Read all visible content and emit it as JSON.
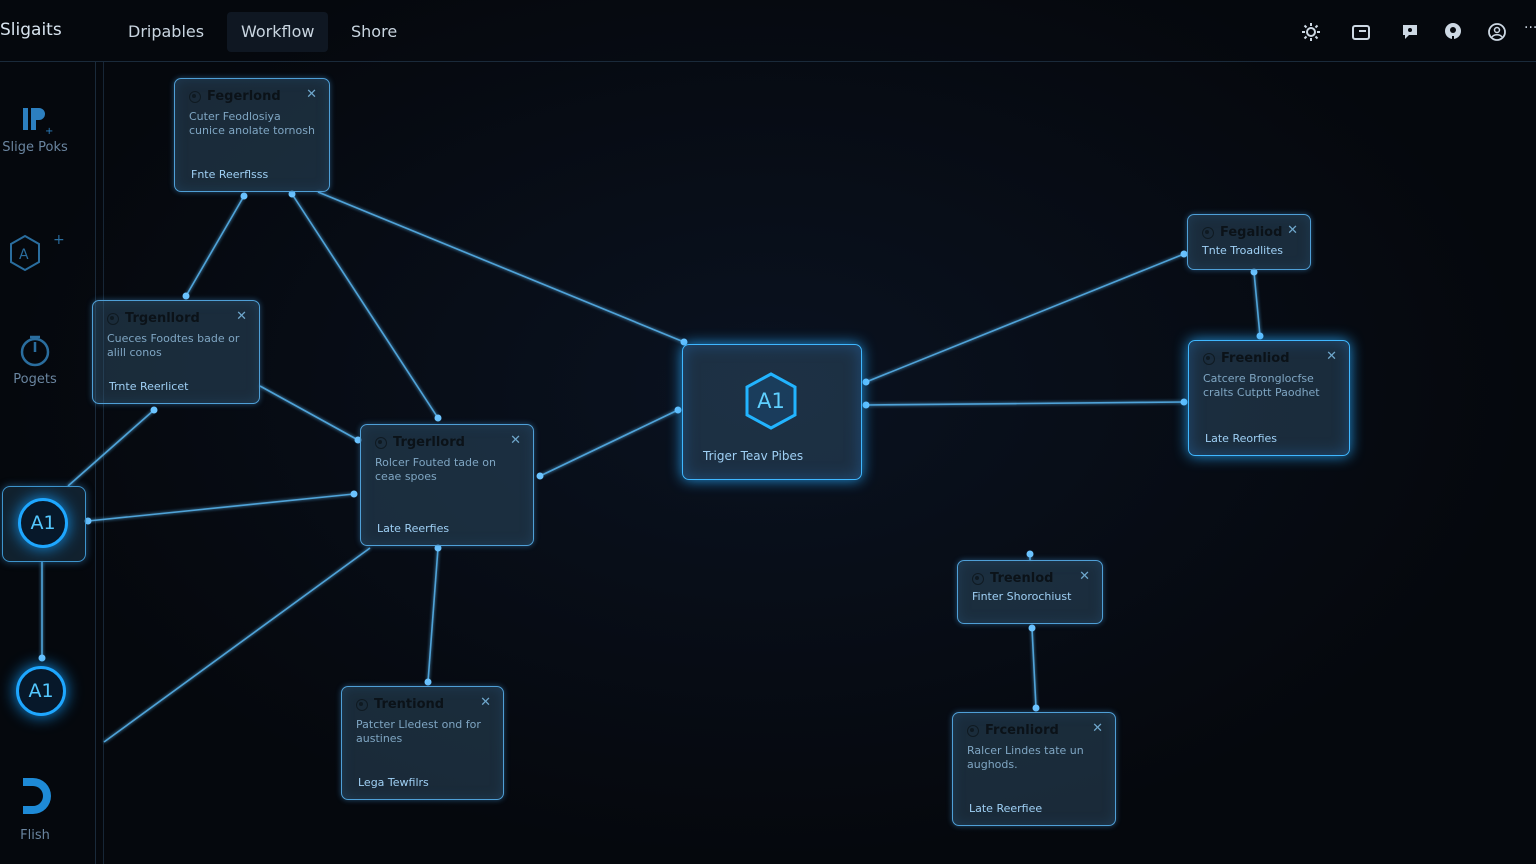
{
  "topbar": {
    "brand": "Sligaits",
    "tabs": [
      {
        "label": "Dripables"
      },
      {
        "label": "Workflow"
      },
      {
        "label": "Shore"
      }
    ],
    "overflow": "···"
  },
  "sidebar": {
    "items": [
      {
        "label": "Slige Poks",
        "icon": "ip-logo-icon"
      },
      {
        "label": "",
        "icon": "hexagon-a-icon"
      },
      {
        "label": "Pogets",
        "icon": "clock-icon"
      },
      {
        "label": "Flish",
        "icon": "flow-d-icon"
      }
    ],
    "badges": [
      "A1",
      "A1"
    ]
  },
  "nodes": {
    "n1": {
      "title": "Fegerlond",
      "desc": "Cuter Feodlosiya cunice anolate tornosh",
      "link": "Fnte Reerflsss"
    },
    "n2": {
      "title": "Trgenllord",
      "desc": "Cueces Foodtes bade or alill conos",
      "link": "Trnte Reerlicet"
    },
    "n3": {
      "title": "Trgerllord",
      "desc": "Rolcer Fouted tade on ceae spoes",
      "link": "Late Reerfies"
    },
    "n4": {
      "title": "Trentiond",
      "desc": "Patcter Lledest ond for austines",
      "link": "Lega Tewfilrs"
    },
    "central": {
      "badge": "A1",
      "link": "Triger Teav Pibes"
    },
    "n5": {
      "title": "Fegaliod",
      "desc": "",
      "link": "Tnte Troadlites"
    },
    "n6": {
      "title": "Freenliod",
      "desc": "Catcere Bronglocfse cralts Cutptt Paodhet",
      "link": "Late Reorfies"
    },
    "n7": {
      "title": "Treenlod",
      "desc": "",
      "link": "Finter Shorochiust"
    },
    "n8": {
      "title": "Frcenliord",
      "desc": "Ralcer Lindes tate un aughods.",
      "link": "Late Reerfiee"
    }
  },
  "icons": [
    "settings-icon",
    "folder-icon",
    "chat-icon",
    "help-icon",
    "profile-icon"
  ],
  "colors": {
    "accent": "#1ea7ff",
    "edge": "#58b4ee",
    "background": "#05080d"
  }
}
